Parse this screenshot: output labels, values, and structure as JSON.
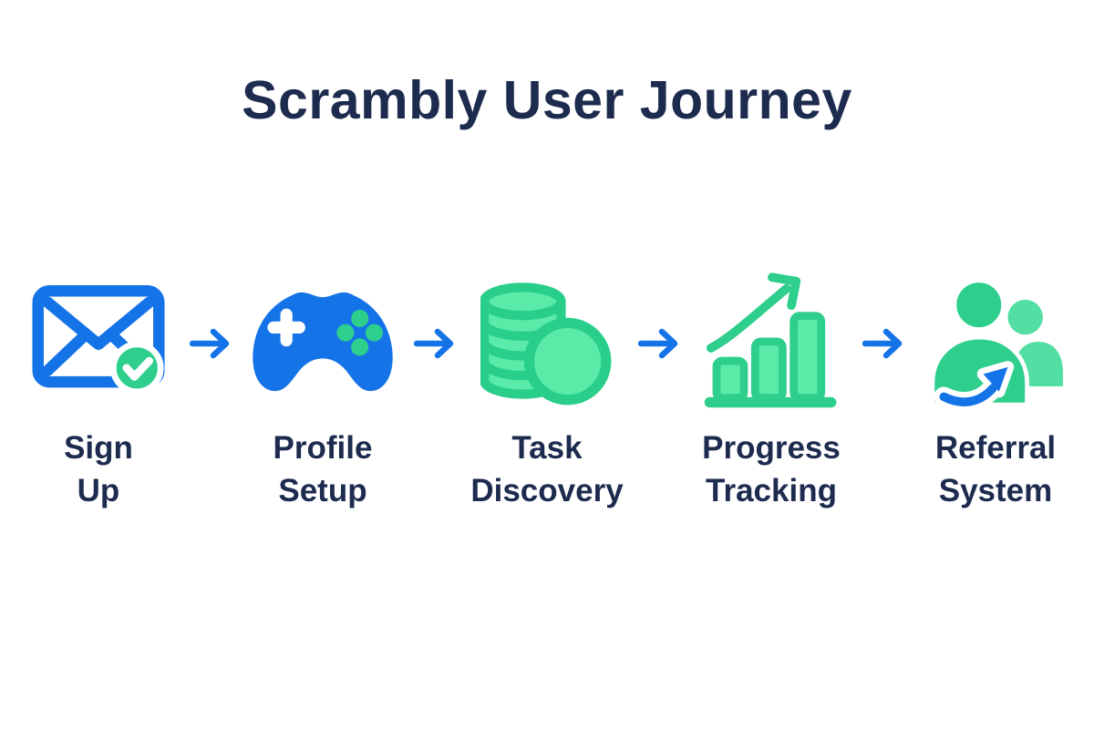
{
  "title": "Scrambly User Journey",
  "steps": [
    {
      "line1": "Sign",
      "line2": "Up",
      "icon": "envelope-check-icon",
      "description": "email sign up with verification checkmark"
    },
    {
      "line1": "Profile",
      "line2": "Setup",
      "icon": "game-controller-icon",
      "description": "gamer profile setup"
    },
    {
      "line1": "Task",
      "line2": "Discovery",
      "icon": "coins-icon",
      "description": "discover coin-earning tasks"
    },
    {
      "line1": "Progress",
      "line2": "Tracking",
      "icon": "bar-chart-growth-icon",
      "description": "rising bar chart with growth arrow"
    },
    {
      "line1": "Referral",
      "line2": "System",
      "icon": "people-referral-icon",
      "description": "refer friends"
    }
  ],
  "connector": {
    "icon": "arrow-right-icon",
    "direction": "right",
    "count": 4
  },
  "colors": {
    "navy_text": "#1D2B4F",
    "blue": "#1573E8",
    "green": "#2ECE8C",
    "green_light": "#5BEBA8",
    "green_soft": "#53DFA3",
    "background": "#FFFFFF"
  }
}
